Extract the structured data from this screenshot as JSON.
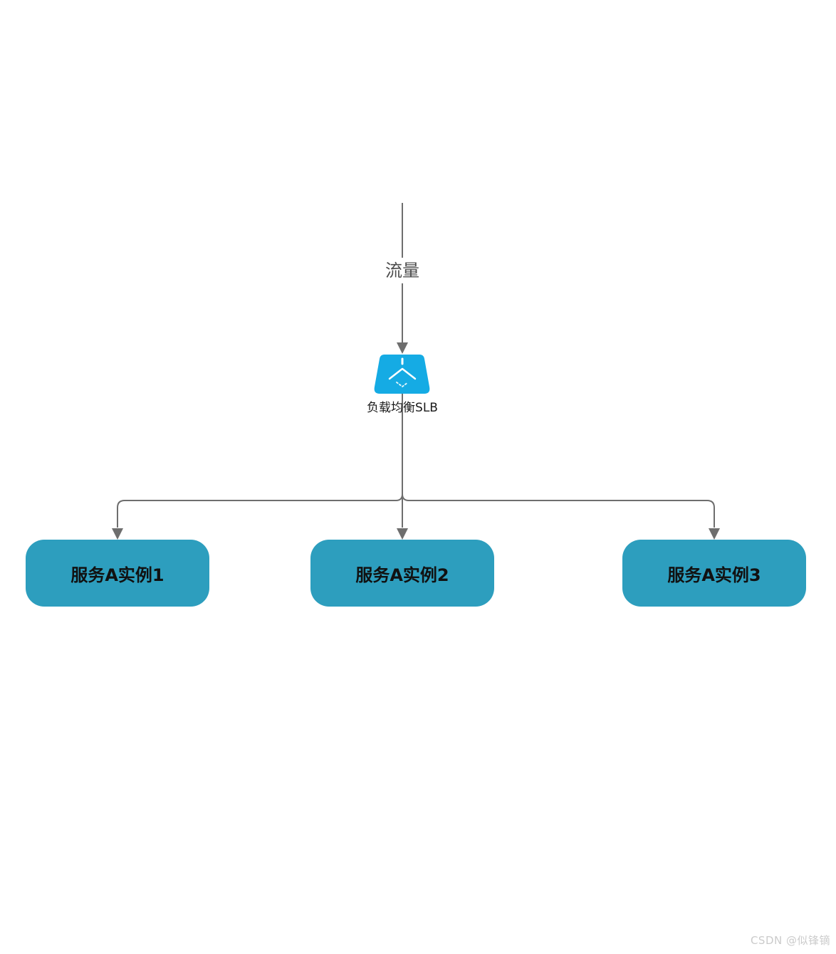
{
  "diagram": {
    "traffic": {
      "label": "流量"
    },
    "load_balancer": {
      "label": "负载均衡SLB",
      "icon": "slb-load-balancer-icon",
      "icon_color": "#15ABE4",
      "icon_glyph_color": "#ffffff"
    },
    "instances": [
      {
        "label": "服务A实例1"
      },
      {
        "label": "服务A实例2"
      },
      {
        "label": "服务A实例3"
      }
    ],
    "colors": {
      "instance_fill": "#2D9EBE",
      "connector": "#6e6e6e",
      "instance_text": "#111111",
      "traffic_text": "#4d4d4d",
      "background": "#ffffff"
    }
  },
  "watermark": {
    "text": "CSDN @似锋镝",
    "color": "#cbcbcb"
  }
}
